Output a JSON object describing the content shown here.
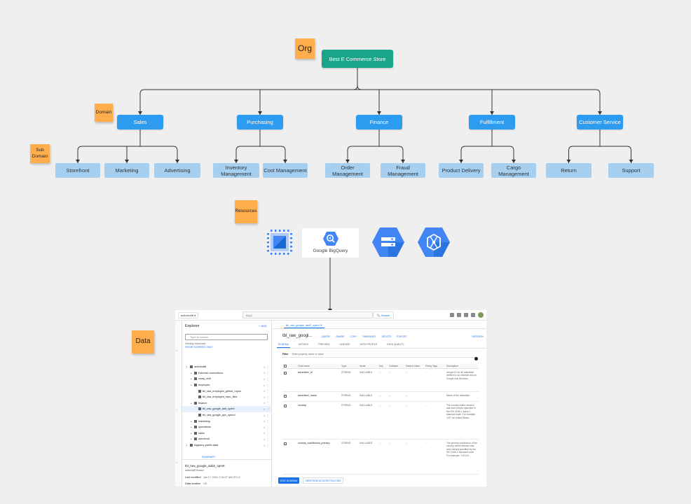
{
  "labels": {
    "org": "Org",
    "domain": "Domain",
    "subdomain": [
      "Sub",
      "Domain"
    ],
    "resources": "Resources",
    "data": "Data"
  },
  "org_node": "Best E Commerce Store",
  "domains": [
    {
      "name": "Sales",
      "subs": [
        [
          "Storefront"
        ],
        [
          "Marketing"
        ],
        [
          "Advertising"
        ]
      ]
    },
    {
      "name": "Purchasing",
      "subs": [
        [
          "Inventory",
          "Management"
        ],
        [
          "Cost Management"
        ]
      ]
    },
    {
      "name": "Finance",
      "subs": [
        [
          "Order",
          "Management"
        ],
        [
          "Fraud",
          "Management"
        ]
      ]
    },
    {
      "name": "Fulfillment",
      "subs": [
        [
          "Product Delivery"
        ],
        [
          "Cargo",
          "Management"
        ]
      ]
    },
    {
      "name": "Customer Service",
      "subs": [
        [
          "Return"
        ],
        [
          "Support"
        ]
      ]
    }
  ],
  "resources": {
    "bigquery_label": "Google BigQuery",
    "icons": [
      "compute-engine-icon",
      "bigquery-icon",
      "cloud-storage-icon",
      "dataproc-icon"
    ]
  },
  "colors": {
    "org": "#1aa58a",
    "domain": "#2d9bf0",
    "subdomain": "#a7d0f0",
    "sticky": "#ffad4d",
    "line": "#333333",
    "gcp_blue": "#4285f4"
  },
  "console": {
    "project": "activeloft8",
    "search_placeholder": "BigQ",
    "search_button": "Search",
    "explorer_title": "Explorer",
    "add_label": "+ ADD",
    "type_to_search": "Type to search",
    "viewing": "Viewing resources.",
    "show_starred": "SHOW STARRED ONLY",
    "tree": [
      {
        "label": "activeloft8",
        "depth": 0
      },
      {
        "label": "External connections",
        "depth": 1
      },
      {
        "label": "comp_eb8",
        "depth": 1
      },
      {
        "label": "employee",
        "depth": 1
      },
      {
        "label": "tbl_raw_employee_github_repos",
        "depth": 2
      },
      {
        "label": "tbl_raw_employee_repo_files",
        "depth": 2
      },
      {
        "label": "finance",
        "depth": 1
      },
      {
        "label": "tbl_raw_google_add_spent",
        "depth": 2,
        "selected": true
      },
      {
        "label": "tbl_raw_google_ppc_spend",
        "depth": 2
      },
      {
        "label": "marketing",
        "depth": 1
      },
      {
        "label": "operations",
        "depth": 1
      },
      {
        "label": "sales",
        "depth": 1
      },
      {
        "label": "storefront",
        "depth": 1
      },
      {
        "label": "bigquery-public-data",
        "depth": 0
      }
    ],
    "summary_tab": "SUMMARY",
    "summary_table": "tbl_raw_google_add2_spent",
    "summary_sub": "activeloft8.finance",
    "summary_rows": [
      {
        "k": "Last modified",
        "v": "Jan 17, 2024, 1:34:37 AM UTC-5"
      },
      {
        "k": "Data location",
        "v": "US"
      }
    ],
    "query_tab": "tbl_raw_google_add2_spent",
    "table_name": "tbl_raw_googl...",
    "actions": [
      "QUERY",
      "SHARE",
      "COPY",
      "SNAPSHOT",
      "DELETE",
      "EXPORT"
    ],
    "refresh": "REFRESH",
    "subtabs": [
      "SCHEMA",
      "DETAILS",
      "PREVIEW",
      "LINEAGE",
      "DATA PROFILE",
      "DATA QUALITY"
    ],
    "filter_label": "Filter",
    "filter_placeholder": "Enter property name or value",
    "columns": [
      "Field name",
      "Type",
      "Mode",
      "Key",
      "Collation",
      "Default Value",
      "Policy Tags",
      "Description"
    ],
    "rows": [
      {
        "field": "advertiser_id",
        "type": "STRING",
        "mode": "NULLABLE",
        "desc": "Unique ID for an advertiser verified to run election ads on Google Ads Services."
      },
      {
        "field": "advertiser_name",
        "type": "STRING",
        "mode": "NULLABLE",
        "desc": "Name of the advertiser."
      },
      {
        "field": "country",
        "type": "STRING",
        "mode": "NULLABLE",
        "desc": "The country where election ads were served specified in the ISO 3166-1 alpha-2 standard code. For example, \"US\" for United States."
      },
      {
        "field": "country_subdivision_primary",
        "type": "STRING",
        "mode": "NULLABLE",
        "desc": "The primary subdivision of the country where election ads were served specified by the ISO 3166-2 standard code. For example, \"US-CA\"..."
      }
    ],
    "dash": "–",
    "edit_schema": "EDIT SCHEMA",
    "row_access": "VIEW ROW ACCESS POLICIES"
  }
}
